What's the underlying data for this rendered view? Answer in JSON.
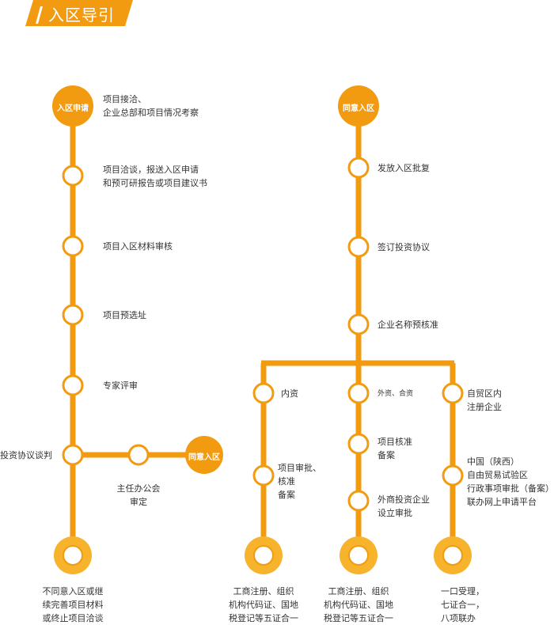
{
  "title": "入区导引",
  "colors": {
    "primary": "#f29b11",
    "light": "#f7b32b",
    "title_bg": "#f29b11",
    "text": "#333333"
  },
  "left_branch": {
    "start": "入区申请",
    "steps": [
      [
        "项目接洽、",
        "企业总部和项目情况考察"
      ],
      [
        "项目洽谈，报送入区申请",
        "和预可研报告或项目建议书"
      ],
      [
        "项目入区材料审核"
      ],
      [
        "项目预选址"
      ],
      [
        "专家评审"
      ]
    ],
    "side": {
      "left_label": "投资协议谈判",
      "committee": [
        "主任办公会",
        "审定"
      ],
      "end": "同意入区"
    },
    "end_label": [
      "不同意入区或继",
      "续完善项目材料",
      "或终止项目洽谈"
    ]
  },
  "right_branch": {
    "start": "同意入区",
    "steps": [
      [
        "发放入区批复"
      ],
      [
        "签订投资协议"
      ],
      [
        "企业名称预核准"
      ]
    ],
    "sub": [
      {
        "type": "内资",
        "steps": [
          [
            "项目审批、",
            "核准",
            "备案"
          ]
        ],
        "end": [
          "工商注册、组织",
          "机构代码证、国地",
          "税登记等五证合一"
        ]
      },
      {
        "type": "外资、合资",
        "steps": [
          [
            "项目核准",
            "备案"
          ],
          [
            "外商投资企业",
            "设立审批"
          ]
        ],
        "end": [
          "工商注册、组织",
          "机构代码证、国地",
          "税登记等五证合一"
        ]
      },
      {
        "type": "自贸区内\n注册企业",
        "type_lines": [
          "自贸区内",
          "注册企业"
        ],
        "steps": [
          [
            "中国（陕西）",
            "自由贸易试验区",
            "行政事项审批（备案）",
            "联办网上申请平台"
          ]
        ],
        "end": [
          "一口受理，",
          "七证合一，",
          "八项联办"
        ]
      }
    ]
  }
}
